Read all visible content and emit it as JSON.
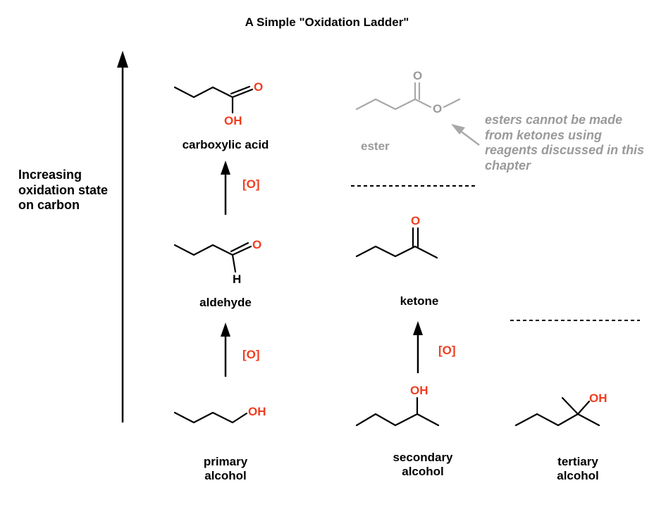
{
  "title": "A Simple \"Oxidation Ladder\"",
  "axis_label": "Increasing oxidation state on carbon",
  "oxidant_label": "[O]",
  "compounds": {
    "carboxylic_acid": {
      "name": "carboxylic acid",
      "atom_o": "O",
      "atom_oh": "OH"
    },
    "aldehyde": {
      "name": "aldehyde",
      "atom_o": "O",
      "atom_h": "H"
    },
    "primary_alcohol": {
      "name_line1": "primary",
      "name_line2": "alcohol",
      "atom_oh": "OH"
    },
    "ester": {
      "name": "ester",
      "atom_o_carbonyl": "O",
      "atom_o_ether": "O"
    },
    "ketone": {
      "name": "ketone",
      "atom_o": "O"
    },
    "secondary_alcohol": {
      "name_line1": "secondary",
      "name_line2": "alcohol",
      "atom_oh": "OH"
    },
    "tertiary_alcohol": {
      "name_line1": "tertiary",
      "name_line2": "alcohol",
      "atom_oh": "OH"
    }
  },
  "ester_note": "esters cannot be made from ketones using reagents discussed in this chapter",
  "colors": {
    "heteroatom": "#f03c1e",
    "muted": "#9a9a9a",
    "bond": "#000000"
  }
}
